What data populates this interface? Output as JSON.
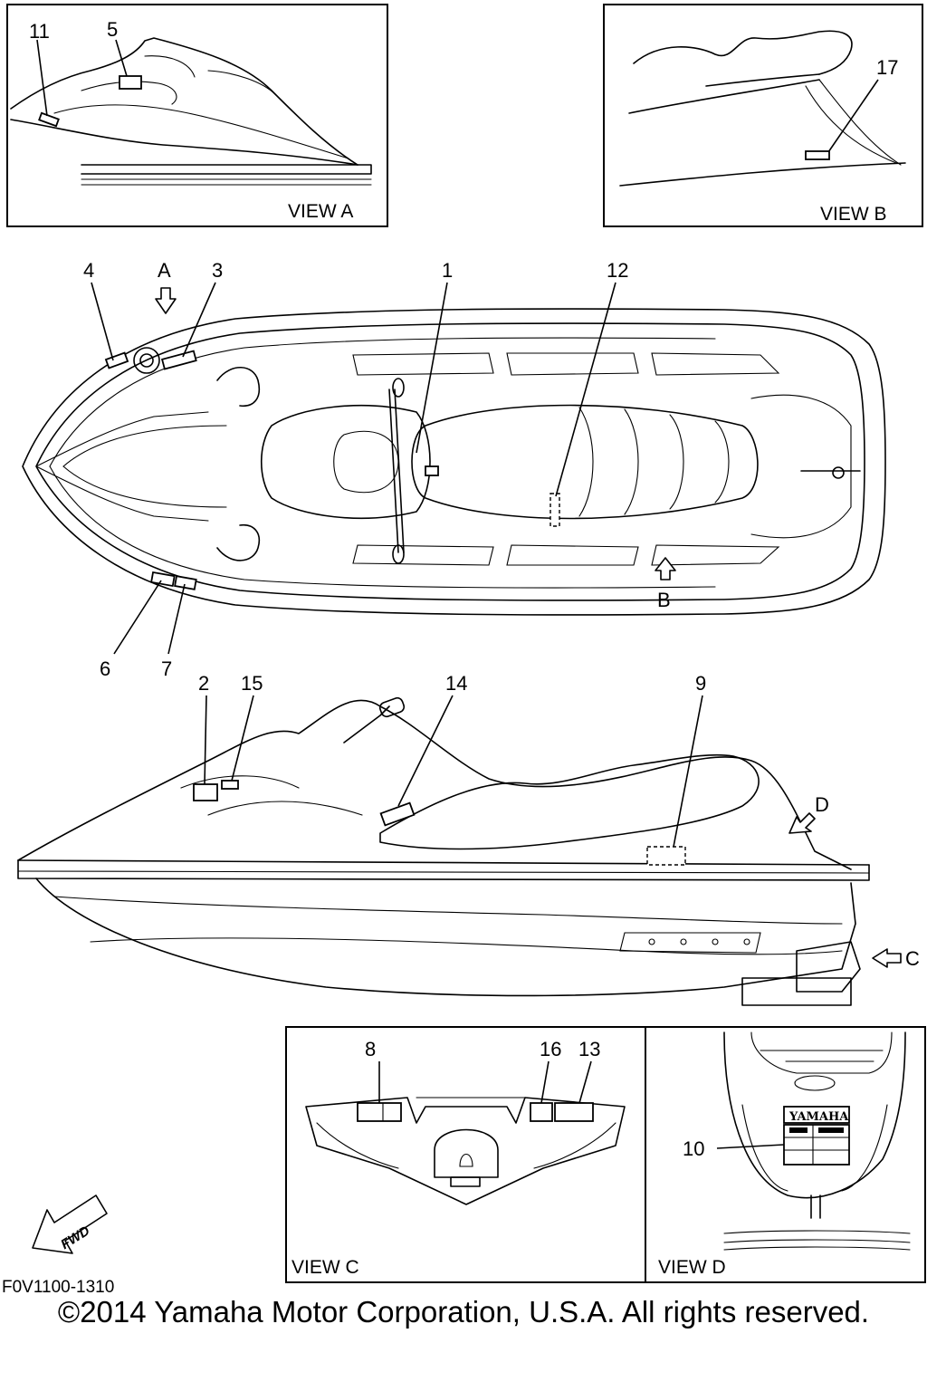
{
  "drawing_code": "F0V1100-1310",
  "copyright": "©2014 Yamaha Motor Corporation, U.S.A. All rights reserved.",
  "direction_badge": "FWD",
  "brand_mark": "YAMAHA",
  "views": {
    "a": "VIEW A",
    "b": "VIEW B",
    "c": "VIEW C",
    "d": "VIEW D"
  },
  "view_arrows": {
    "a": "A",
    "b": "B",
    "c": "C",
    "d": "D"
  },
  "callouts": {
    "n1": "1",
    "n2": "2",
    "n3": "3",
    "n4": "4",
    "n5": "5",
    "n6": "6",
    "n7": "7",
    "n8": "8",
    "n9": "9",
    "n10": "10",
    "n11": "11",
    "n12": "12",
    "n13": "13",
    "n14": "14",
    "n15": "15",
    "n16": "16",
    "n17": "17"
  }
}
